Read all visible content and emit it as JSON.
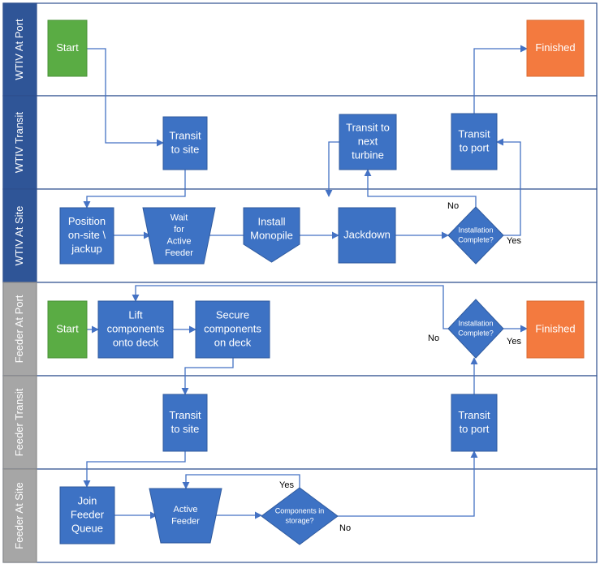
{
  "lanes": [
    {
      "label": "WTIV At Port",
      "style": "blue"
    },
    {
      "label": "WTIV Transit",
      "style": "blue"
    },
    {
      "label": "WTIV At Site",
      "style": "blue"
    },
    {
      "label": "Feeder At Port",
      "style": "gray"
    },
    {
      "label": "Feeder Transit",
      "style": "gray"
    },
    {
      "label": "Feeder At Site",
      "style": "gray"
    }
  ],
  "nodes": [
    {
      "id": "wtiv-start",
      "shape": "rect",
      "color": "green",
      "lines": [
        "Start"
      ]
    },
    {
      "id": "wtiv-finished",
      "shape": "rect",
      "color": "orange",
      "lines": [
        "Finished"
      ]
    },
    {
      "id": "wtiv-transit-site",
      "shape": "rect",
      "color": "blue",
      "lines": [
        "Transit",
        "to site"
      ]
    },
    {
      "id": "wtiv-transit-next",
      "shape": "rect",
      "color": "blue",
      "lines": [
        "Transit to",
        "next",
        "turbine"
      ]
    },
    {
      "id": "wtiv-transit-port",
      "shape": "rect",
      "color": "blue",
      "lines": [
        "Transit",
        "to port"
      ]
    },
    {
      "id": "wtiv-position",
      "shape": "rect",
      "color": "blue",
      "lines": [
        "Position",
        "on-site \\",
        "jackup"
      ]
    },
    {
      "id": "wtiv-wait",
      "shape": "trapezoid",
      "color": "blue",
      "lines": [
        "Wait",
        "for",
        "Active",
        "Feeder"
      ]
    },
    {
      "id": "wtiv-install",
      "shape": "pentagon",
      "color": "blue",
      "lines": [
        "Install",
        "Monopile"
      ]
    },
    {
      "id": "wtiv-jackdown",
      "shape": "rect",
      "color": "blue",
      "lines": [
        "Jackdown"
      ]
    },
    {
      "id": "wtiv-complete",
      "shape": "diamond",
      "color": "blue",
      "lines": [
        "Installation",
        "Complete?"
      ]
    },
    {
      "id": "feeder-start",
      "shape": "rect",
      "color": "green",
      "lines": [
        "Start"
      ]
    },
    {
      "id": "feeder-lift",
      "shape": "rect",
      "color": "blue",
      "lines": [
        "Lift",
        "components",
        "onto deck"
      ]
    },
    {
      "id": "feeder-secure",
      "shape": "rect",
      "color": "blue",
      "lines": [
        "Secure",
        "components",
        "on deck"
      ]
    },
    {
      "id": "feeder-complete",
      "shape": "diamond",
      "color": "blue",
      "lines": [
        "Installation",
        "Complete?"
      ]
    },
    {
      "id": "feeder-finished",
      "shape": "rect",
      "color": "orange",
      "lines": [
        "Finished"
      ]
    },
    {
      "id": "feeder-transit-site",
      "shape": "rect",
      "color": "blue",
      "lines": [
        "Transit",
        "to site"
      ]
    },
    {
      "id": "feeder-transit-port",
      "shape": "rect",
      "color": "blue",
      "lines": [
        "Transit",
        "to port"
      ]
    },
    {
      "id": "feeder-join-queue",
      "shape": "rect",
      "color": "blue",
      "lines": [
        "Join",
        "Feeder",
        "Queue"
      ]
    },
    {
      "id": "feeder-active",
      "shape": "trapezoid",
      "color": "blue",
      "lines": [
        "Active",
        "Feeder"
      ]
    },
    {
      "id": "feeder-components",
      "shape": "diamond",
      "color": "blue",
      "lines": [
        "Components in",
        "storage?"
      ]
    }
  ],
  "edges": [
    {
      "from": "wtiv-start",
      "to": "wtiv-transit-site",
      "label": ""
    },
    {
      "from": "wtiv-transit-site",
      "to": "wtiv-position",
      "label": ""
    },
    {
      "from": "wtiv-position",
      "to": "wtiv-wait",
      "label": ""
    },
    {
      "from": "wtiv-wait",
      "to": "wtiv-install",
      "label": ""
    },
    {
      "from": "wtiv-install",
      "to": "wtiv-jackdown",
      "label": ""
    },
    {
      "from": "wtiv-jackdown",
      "to": "wtiv-complete",
      "label": ""
    },
    {
      "from": "wtiv-complete",
      "to": "wtiv-transit-next",
      "label": "No"
    },
    {
      "from": "wtiv-transit-next",
      "to": "wtiv-position",
      "label": ""
    },
    {
      "from": "wtiv-complete",
      "to": "wtiv-transit-port",
      "label": "Yes"
    },
    {
      "from": "wtiv-transit-port",
      "to": "wtiv-finished",
      "label": ""
    },
    {
      "from": "feeder-start",
      "to": "feeder-lift",
      "label": ""
    },
    {
      "from": "feeder-lift",
      "to": "feeder-secure",
      "label": ""
    },
    {
      "from": "feeder-secure",
      "to": "feeder-transit-site",
      "label": ""
    },
    {
      "from": "feeder-transit-site",
      "to": "feeder-join-queue",
      "label": ""
    },
    {
      "from": "feeder-join-queue",
      "to": "feeder-active",
      "label": ""
    },
    {
      "from": "feeder-active",
      "to": "feeder-components",
      "label": ""
    },
    {
      "from": "feeder-components",
      "to": "feeder-active",
      "label": "Yes"
    },
    {
      "from": "feeder-components",
      "to": "feeder-transit-port",
      "label": "No"
    },
    {
      "from": "feeder-transit-port",
      "to": "feeder-complete",
      "label": ""
    },
    {
      "from": "feeder-complete",
      "to": "feeder-lift",
      "label": "No"
    },
    {
      "from": "feeder-complete",
      "to": "feeder-finished",
      "label": "Yes"
    }
  ]
}
